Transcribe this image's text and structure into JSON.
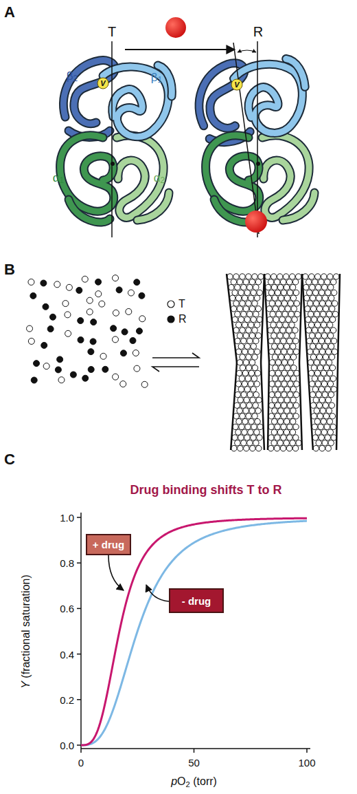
{
  "diagram": {
    "nodes": [
      {
        "text": [
          "+ drug"
        ]
      },
      {
        "text": [
          "- drug"
        ]
      }
    ],
    "labels": [
      "A",
      "T",
      "R",
      "β2",
      "β1",
      "V",
      "V",
      "α1",
      "α2",
      "B",
      "C",
      "Drug binding shifts T to R",
      "1.0",
      "0.8",
      "0.6",
      "0.4",
      "0.2",
      "0.0",
      "Y (fractional saturation)",
      "0",
      "50",
      "100",
      "pO2 (torr)"
    ],
    "legend": [
      {
        "text": "T"
      },
      {
        "text": "R"
      }
    ]
  }
}
